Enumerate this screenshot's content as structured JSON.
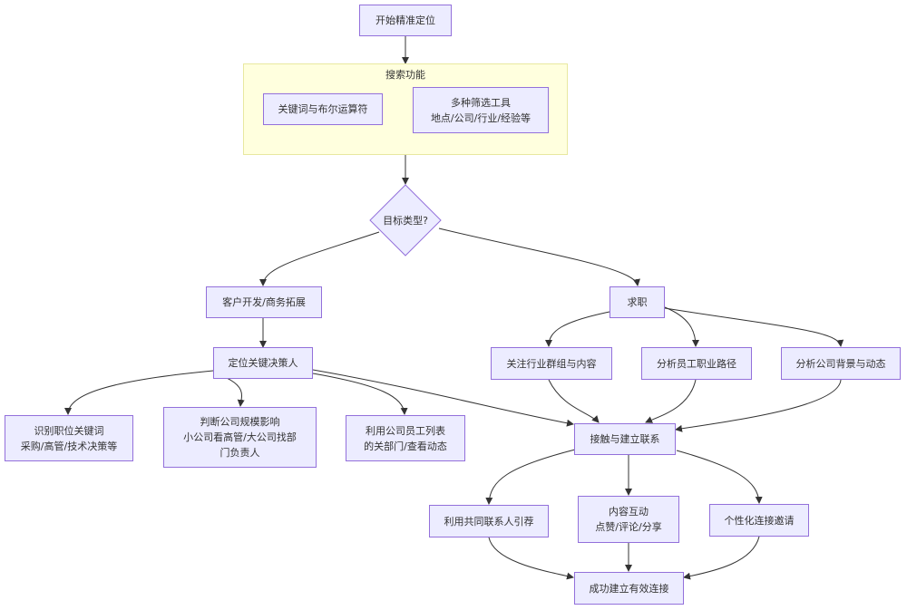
{
  "nodes": {
    "start": [
      "开始精准定位"
    ],
    "cluster_search": "搜索功能",
    "keyword": [
      "关键词与布尔运算符"
    ],
    "filters": [
      "多种筛选工具",
      "地点/公司/行业/经验等"
    ],
    "decision": [
      "目标类型?"
    ],
    "client": [
      "客户开发/商务拓展"
    ],
    "recruit": [
      "求职"
    ],
    "locate": [
      "定位关键决策人"
    ],
    "follow": [
      "关注行业群组与内容"
    ],
    "analyze_path": [
      "分析员工职业路径"
    ],
    "analyze_company": [
      "分析公司背景与动态"
    ],
    "identify": [
      "识别职位关键词",
      "采购/高管/技术决策等"
    ],
    "judge": [
      "判断公司规模影响",
      "小公司看高管/大公司找部",
      "门负责人"
    ],
    "use_list": [
      "利用公司员工列表",
      "的关部门/查看动态"
    ],
    "connect": [
      "接触与建立联系"
    ],
    "mutual": [
      "利用共同联系人引荐"
    ],
    "interact": [
      "内容互动",
      "点赞/评论/分享"
    ],
    "invite": [
      "个性化连接邀请"
    ],
    "success": [
      "成功建立有效连接"
    ]
  },
  "colors": {
    "node_fill": "#ECECFF",
    "node_border": "#9370DB",
    "cluster_fill": "#FFFFDE",
    "cluster_border": "#E8E8A0",
    "edge": "#333333"
  }
}
